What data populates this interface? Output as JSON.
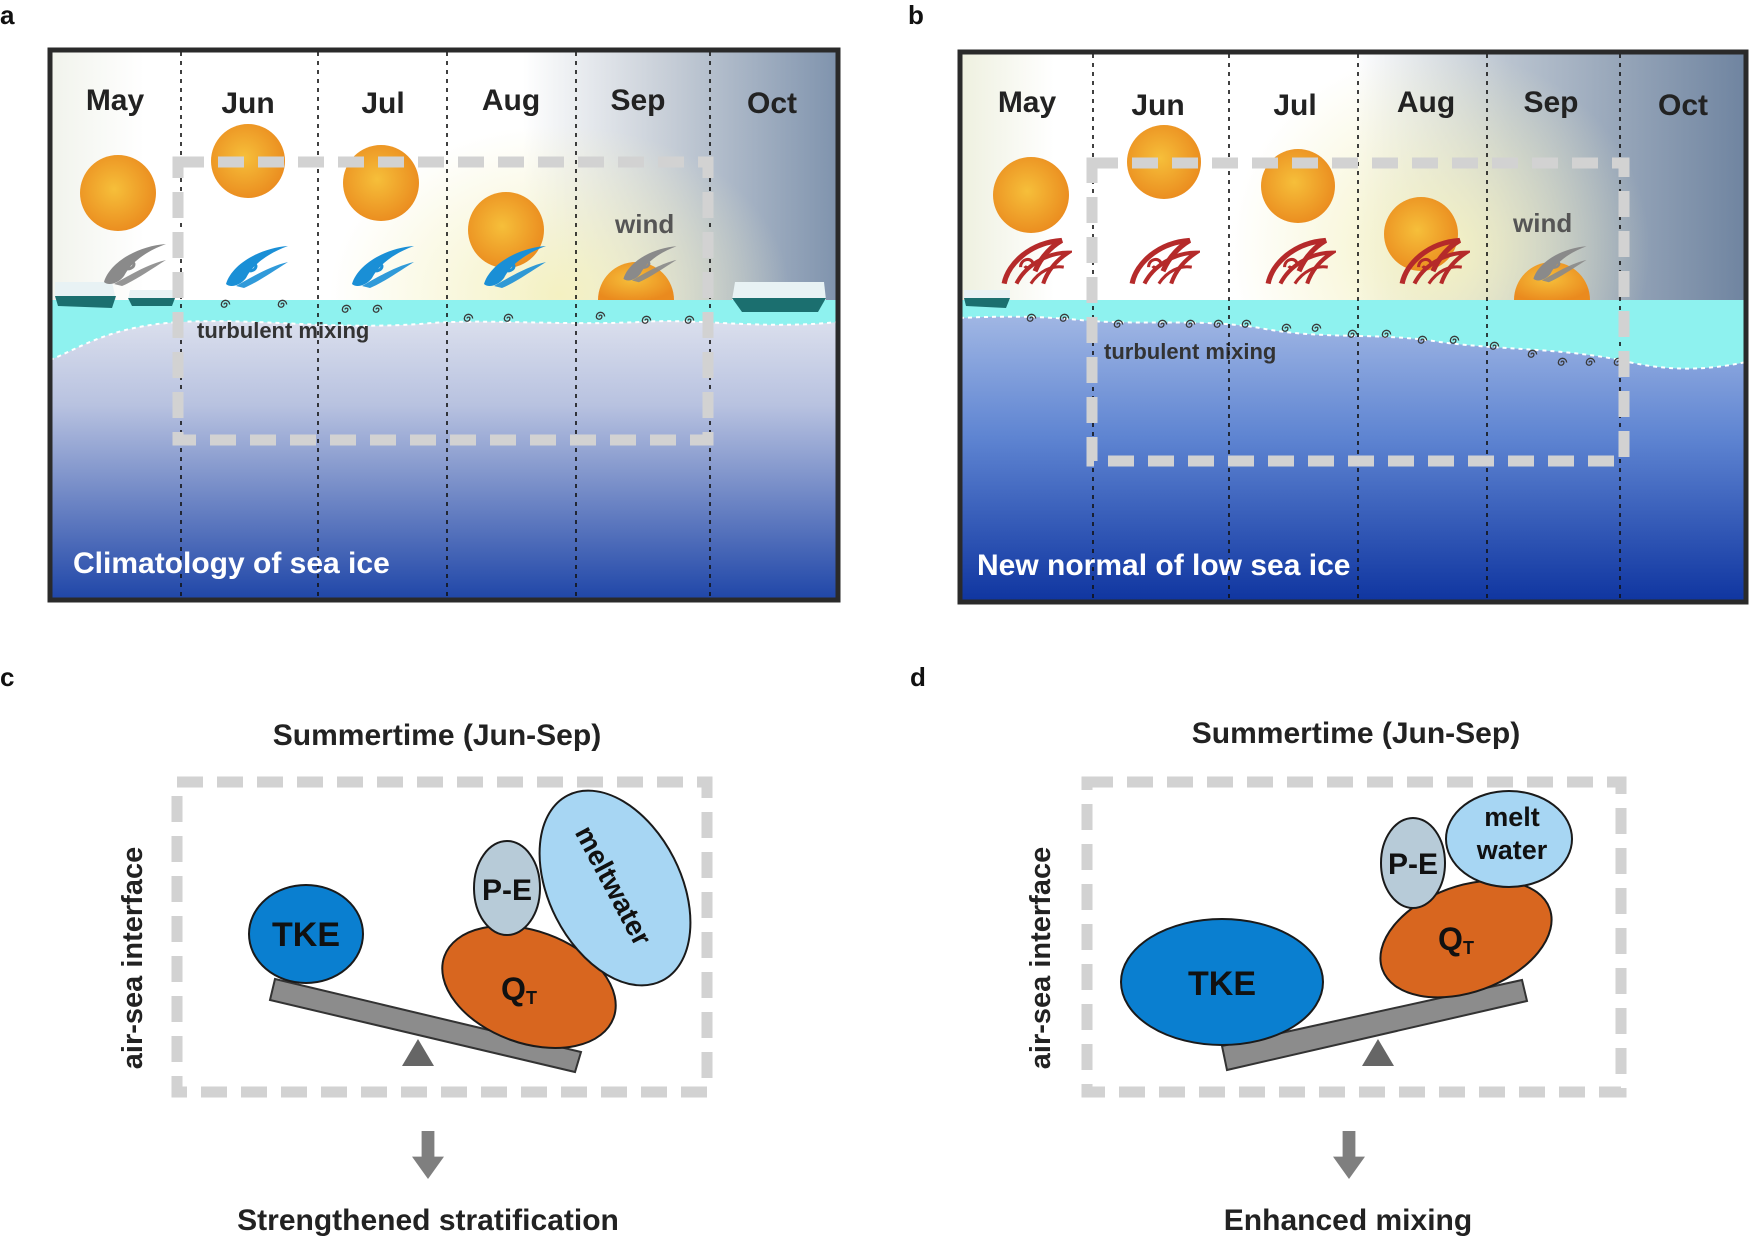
{
  "panel_letters": {
    "a": "a",
    "b": "b",
    "c": "c",
    "d": "d"
  },
  "months": [
    "May",
    "Jun",
    "Jul",
    "Aug",
    "Sep",
    "Oct"
  ],
  "panel_a": {
    "caption": "Climatology of sea ice",
    "wind_label": "wind",
    "mixing_label": "turbulent mixing"
  },
  "panel_b": {
    "caption": "New normal of low sea ice",
    "wind_label": "wind",
    "mixing_label": "turbulent mixing"
  },
  "panel_c": {
    "title": "Summertime (Jun-Sep)",
    "side_label": "air-sea interface",
    "tke": "TKE",
    "pe": "P-E",
    "meltwater": "meltwater",
    "qt": "Q",
    "qt_sub": "T",
    "result": "Strengthened stratification"
  },
  "panel_d": {
    "title": "Summertime (Jun-Sep)",
    "side_label": "air-sea interface",
    "tke": "TKE",
    "pe": "P-E",
    "melt_line1": "melt",
    "melt_line2": "water",
    "qt": "Q",
    "qt_sub": "T",
    "result": "Enhanced mixing"
  },
  "colors": {
    "tke_blue": "#0a7fd0",
    "qt_orange": "#d8661f",
    "pe_grey": "#b7cbd8",
    "meltwater_blue": "#a7d6f3",
    "wind_grey": "#8a8a8a",
    "wind_blue": "#1a8fd6",
    "wind_red": "#b52a2a",
    "beam_grey": "#8c8c8c",
    "dash_grey": "#d2d2d2",
    "ocean_surface": "#8ef2ef",
    "ocean_deep": "#1d45a8"
  }
}
